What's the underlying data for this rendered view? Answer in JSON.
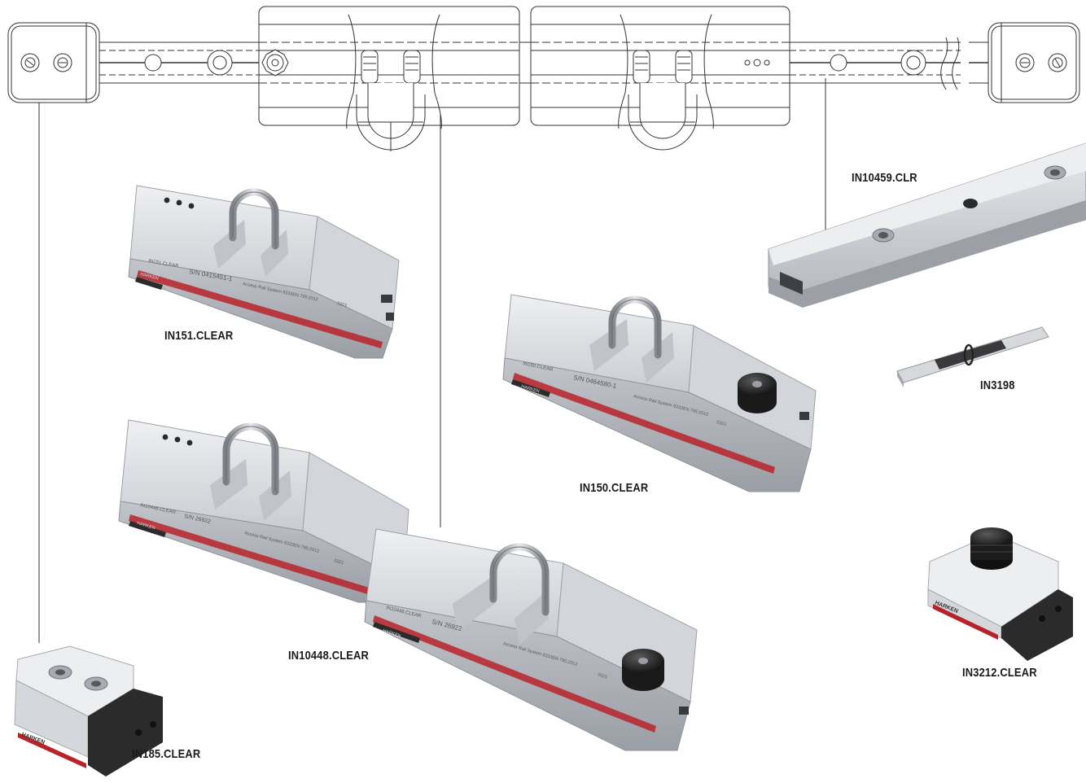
{
  "labels": {
    "in10459": "IN10459.CLR",
    "in151": "IN151.CLEAR",
    "in150": "IN150.CLEAR",
    "in3198": "IN3198",
    "in10448": "IN10448.CLEAR",
    "in3212": "IN3212.CLEAR",
    "in185": "IN185.CLEAR"
  },
  "engravings": {
    "brand": "HARKEN",
    "in151_model": "IN151.CLEAR",
    "in151_serial": "S/N 0415451-1",
    "in150_model": "IN150.CLEAR",
    "in150_serial": "S/N 0464580-1",
    "in10448_model": "IN10448.CLEAR",
    "in10448_serial": "S/N 26922",
    "system": "Access Rail System 8333EN 795:2012",
    "cert": "0321"
  },
  "colors": {
    "metal_light": "#e4e6e9",
    "metal_mid": "#c7cacf",
    "metal_dark": "#9ea2a8",
    "black_part": "#2b2b2b",
    "red_stripe": "#b8232a",
    "line": "#333333"
  }
}
